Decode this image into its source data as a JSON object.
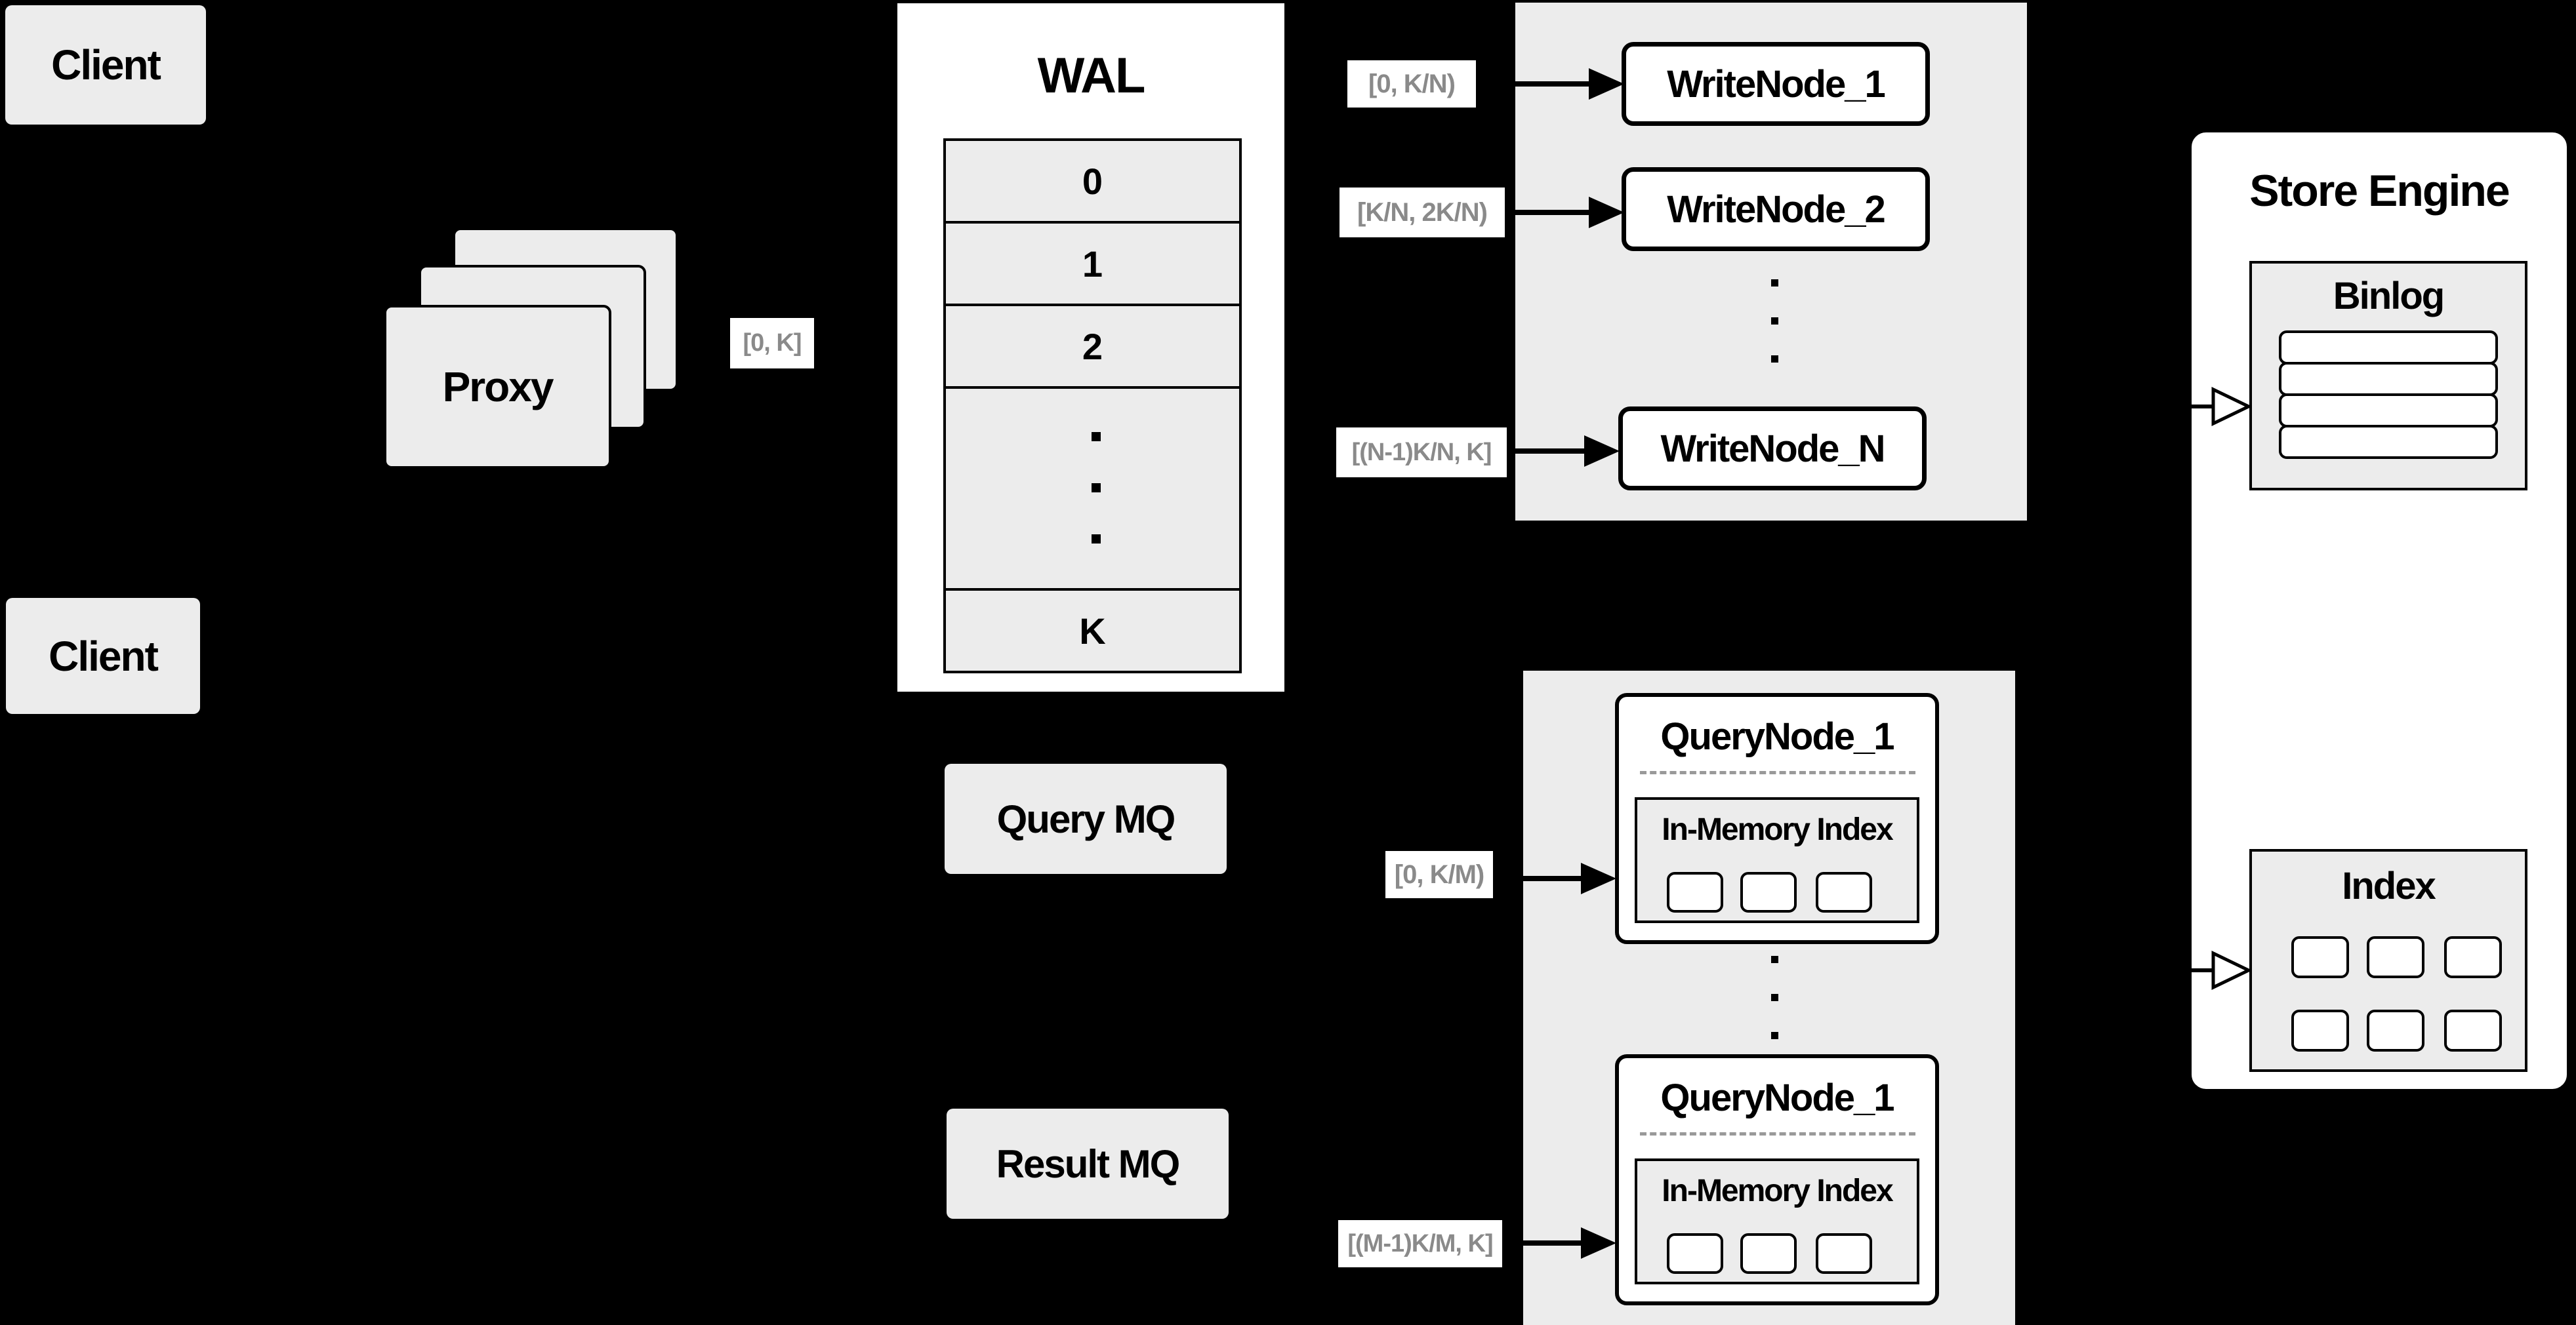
{
  "colors": {
    "background": "#000000",
    "panel_gray": "#ececec",
    "node_white": "#ffffff",
    "line_black": "#000000",
    "chip_text_gray": "#8a8a8a",
    "dashed_gray": "#999999"
  },
  "clients": {
    "top_label": "Client",
    "bottom_label": "Client"
  },
  "proxy": {
    "label": "Proxy",
    "range_chip": "[0, K]"
  },
  "wal": {
    "title": "WAL",
    "slots": [
      "0",
      "1",
      "2"
    ],
    "last_slot": "K"
  },
  "write_section": {
    "chips": [
      "[0, K/N)",
      "[K/N, 2K/N)",
      "[(N-1)K/N, K]"
    ],
    "nodes": [
      "WriteNode_1",
      "WriteNode_2",
      "WriteNode_N"
    ]
  },
  "store_engine": {
    "title": "Store Engine",
    "binlog": {
      "title": "Binlog",
      "row_count": 4
    },
    "index": {
      "title": "Index",
      "cell_count": 6
    }
  },
  "mq": {
    "query": "Query MQ",
    "result": "Result MQ"
  },
  "query_section": {
    "chips": [
      "[0, K/M)",
      "[(M-1)K/M, K]"
    ],
    "nodes": [
      {
        "title": "QueryNode_1",
        "inner_title": "In-Memory Index"
      },
      {
        "title": "QueryNode_1",
        "inner_title": "In-Memory Index"
      }
    ]
  }
}
